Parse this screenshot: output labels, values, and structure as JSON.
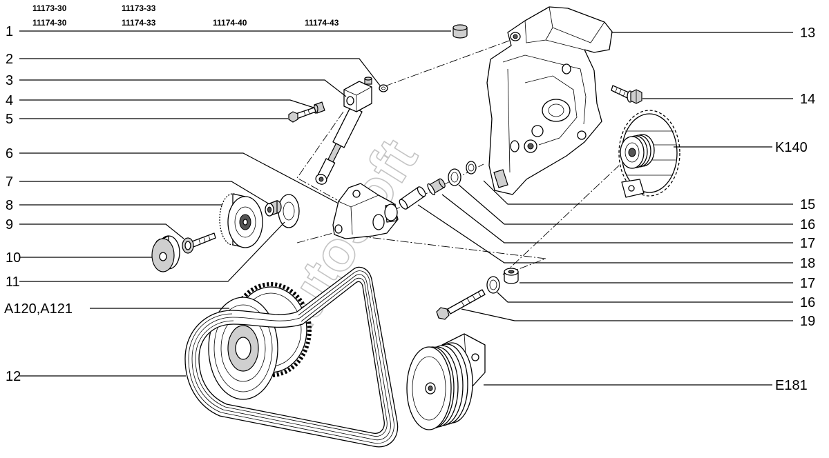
{
  "header": {
    "row1": [
      "11173-30",
      "11173-33"
    ],
    "row2": [
      "11174-30",
      "11174-33",
      "11174-40",
      "11174-43"
    ]
  },
  "callouts": {
    "left": [
      "1",
      "2",
      "3",
      "4",
      "5",
      "6",
      "7",
      "8",
      "9",
      "10",
      "11",
      "A120,A121",
      "12"
    ],
    "right": [
      "13",
      "14",
      "K140",
      "15",
      "16",
      "17",
      "18",
      "17",
      "16",
      "19",
      "E181"
    ]
  },
  "watermark": "AutoSoft"
}
